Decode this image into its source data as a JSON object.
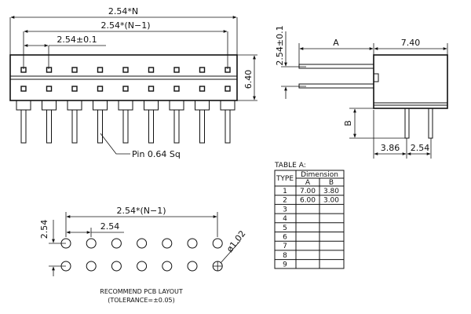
{
  "front_view": {
    "dim_total": "2.54*N",
    "dim_centers": "2.54*(N−1)",
    "dim_pitch": "2.54±0.1",
    "dim_height": "6.40",
    "pin_label": "Pin 0.64 Sq",
    "pin_count": 9
  },
  "side_view": {
    "dim_pitch": "2.54±0.1",
    "dim_a": "A",
    "dim_length": "7.40",
    "dim_b": "B",
    "dim_offset": "3.86",
    "dim_spacing": "2.54"
  },
  "table": {
    "title": "TABLE  A:",
    "type_header": "TYPE",
    "dimension_header": "Dimension",
    "col_a": "A",
    "col_b": "B",
    "rows": [
      {
        "type": "1",
        "a": "7.00",
        "b": "3.80"
      },
      {
        "type": "2",
        "a": "6.00",
        "b": "3.00"
      },
      {
        "type": "3",
        "a": "",
        "b": ""
      },
      {
        "type": "4",
        "a": "",
        "b": ""
      },
      {
        "type": "5",
        "a": "",
        "b": ""
      },
      {
        "type": "6",
        "a": "",
        "b": ""
      },
      {
        "type": "7",
        "a": "",
        "b": ""
      },
      {
        "type": "8",
        "a": "",
        "b": ""
      },
      {
        "type": "9",
        "a": "",
        "b": ""
      }
    ]
  },
  "pcb_layout": {
    "dim_centers": "2.54*(N−1)",
    "dim_pitch": "2.54",
    "dim_row": "2.54",
    "dim_hole": "ø1.02",
    "caption_line1": "RECOMMEND PCB LAYOUT",
    "caption_line2": "(TOLERANCE=±0.05)",
    "holes_per_row": 7
  }
}
